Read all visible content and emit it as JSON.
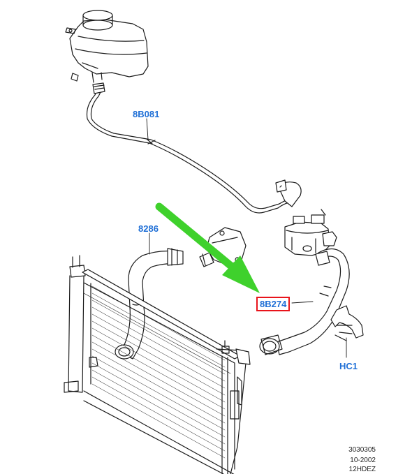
{
  "callouts": {
    "reservoir_hose": "8B081",
    "upper_hose": "8286",
    "lower_hose": "8B274",
    "clip": "HC1"
  },
  "selected_part": "8B274",
  "highlight_color": "#e8141b",
  "label_color": "#1f6fd6",
  "arrow_color": "#3fd12c",
  "drawing_info": {
    "number": "3030305",
    "date": "10-2002",
    "code": "12HDEZ"
  }
}
